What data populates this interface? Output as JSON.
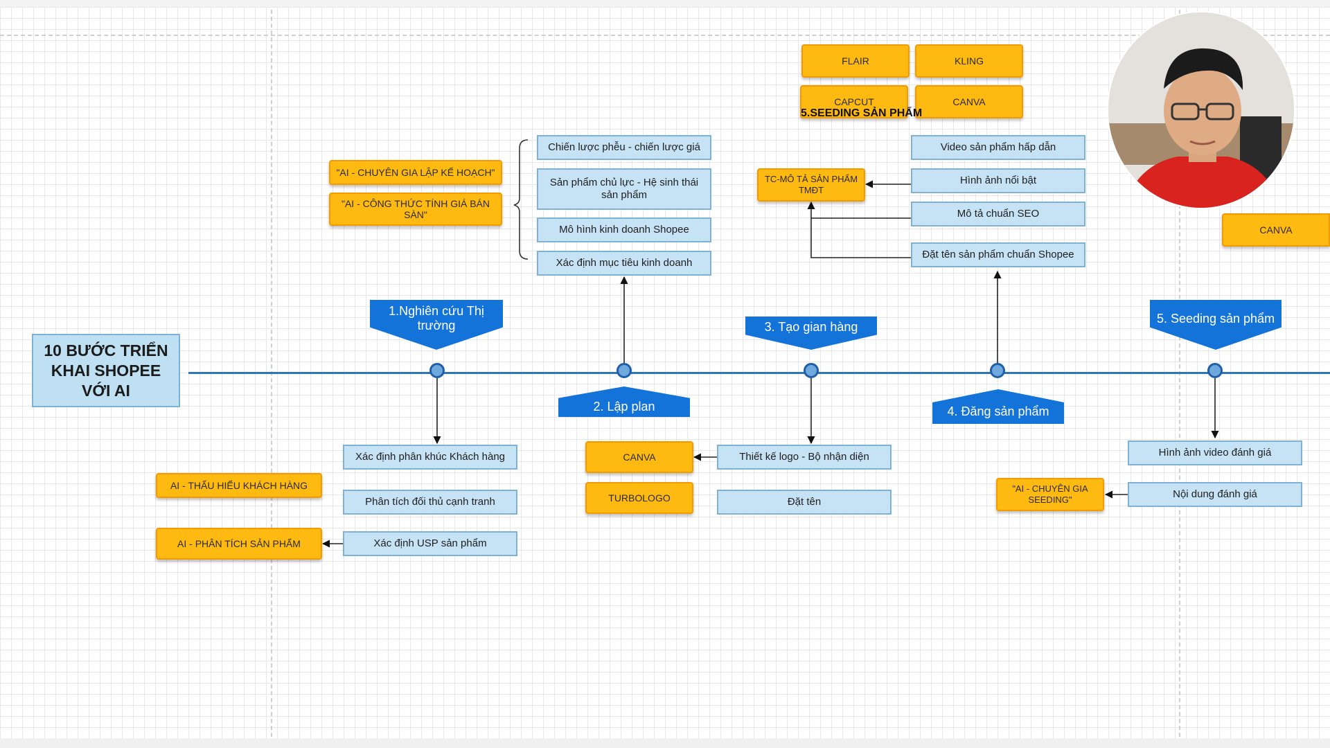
{
  "title": "10 BƯỚC TRIỂN KHAI SHOPEE VỚI AI",
  "steps": {
    "s1": "1.Nghiên cứu Thị trường",
    "s2": "2. Lập plan",
    "s3": "3. Tạo gian hàng",
    "s4": "4. Đăng sản phẩm",
    "s5": "5. Seeding sản phẩm"
  },
  "research": {
    "segment": "Xác định phân khúc Khách hàng",
    "competitor": "Phân tích đối thủ cạnh tranh",
    "usp": "Xác định USP sản phẩm"
  },
  "research_ai": {
    "customer": "AI - THẤU HIỂU KHÁCH HÀNG",
    "product": "AI - PHÂN TÍCH SẢN PHẨM"
  },
  "plan": {
    "funnel": "Chiến lược phễu - chiến lược giá",
    "core": "Sản phẩm chủ lực - Hệ sinh thái sản phẩm",
    "model": "Mô hình kinh doanh Shopee",
    "goal": "Xác định mục tiêu kinh doanh"
  },
  "plan_ai": {
    "planner": "\"AI - CHUYÊN GIA LẬP KẾ HOẠCH\"",
    "pricing": "\"AI - CÔNG THỨC TÍNH GIÁ BÁN SÀN\""
  },
  "store": {
    "logo": "Thiết kế logo - Bộ nhận diện",
    "name": "Đặt tên"
  },
  "store_tools": {
    "canva": "CANVA",
    "turbologo": "TURBOLOGO"
  },
  "post": {
    "video": "Video sản phẩm hấp dẫn",
    "image": "Hình ảnh nổi bật",
    "seo": "Mô tả chuẩn SEO",
    "naming": "Đặt tên sản phẩm chuẩn Shopee"
  },
  "post_ai": "TC-MÔ TẢ SẢN PHẨM TMĐT",
  "top_tools": {
    "flair": "FLAIR",
    "kling": "KLING",
    "capcut": "CAPCUT",
    "canva": "CANVA"
  },
  "seeding_label": "5.SEEDING SẢN PHẨM",
  "seeding": {
    "media": "Hình ảnh video đánh giá",
    "content": "Nội dung đánh giá"
  },
  "seeding_ai": "\"AI - CHUYÊN GIA SEEDING\"",
  "right_canva": "CANVA",
  "colors": {
    "timeline": "#2e75b6",
    "step_fill": "#1473d8",
    "box_fill": "#c6e2f5",
    "ai_fill": "#ffba12"
  }
}
